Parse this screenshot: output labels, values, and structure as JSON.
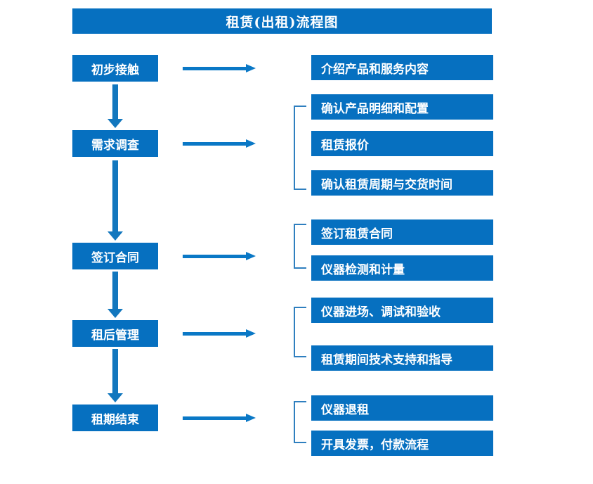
{
  "chart_data": {
    "type": "diagram",
    "title": "租赁(出租)流程图",
    "diagram_kind": "flowchart",
    "orientation": "vertical-with-side-branches",
    "stages": [
      {
        "id": "stage-1",
        "label": "初步接触",
        "details": [
          "介绍产品和服务内容"
        ],
        "bracketed": false
      },
      {
        "id": "stage-2",
        "label": "需求调查",
        "details": [
          "确认产品明细和配置",
          "租赁报价",
          "确认租赁周期与交货时间"
        ],
        "bracketed": true
      },
      {
        "id": "stage-3",
        "label": "签订合同",
        "details": [
          "签订租赁合同",
          "仪器检测和计量"
        ],
        "bracketed": true
      },
      {
        "id": "stage-4",
        "label": "租后管理",
        "details": [
          "仪器进场、调试和验收",
          "租赁期间技术支持和指导"
        ],
        "bracketed": true
      },
      {
        "id": "stage-5",
        "label": "租期结束",
        "details": [
          "仪器退租",
          "开具发票，付款流程"
        ],
        "bracketed": true
      }
    ]
  },
  "header": {
    "title": "租赁(出租)流程图"
  },
  "left_column": {
    "boxes": [
      {
        "label": "初步接触"
      },
      {
        "label": "需求调查"
      },
      {
        "label": "签订合同"
      },
      {
        "label": "租后管理"
      },
      {
        "label": "租期结束"
      }
    ]
  },
  "right_column": {
    "boxes": [
      {
        "label": "介绍产品和服务内容"
      },
      {
        "label": "确认产品明细和配置"
      },
      {
        "label": "租赁报价"
      },
      {
        "label": "确认租赁周期与交货时间"
      },
      {
        "label": "签订租赁合同"
      },
      {
        "label": "仪器检测和计量"
      },
      {
        "label": "仪器进场、调试和验收"
      },
      {
        "label": "租赁期间技术支持和指导"
      },
      {
        "label": "仪器退租"
      },
      {
        "label": "开具发票，付款流程"
      }
    ]
  },
  "colors": {
    "box_fill": "#0670c0",
    "box_text": "#ffffff",
    "arrow": "#0a78c6",
    "vertical_arrow": "#1277be",
    "bracket": "#2f7fbf",
    "background": "#ffffff"
  }
}
